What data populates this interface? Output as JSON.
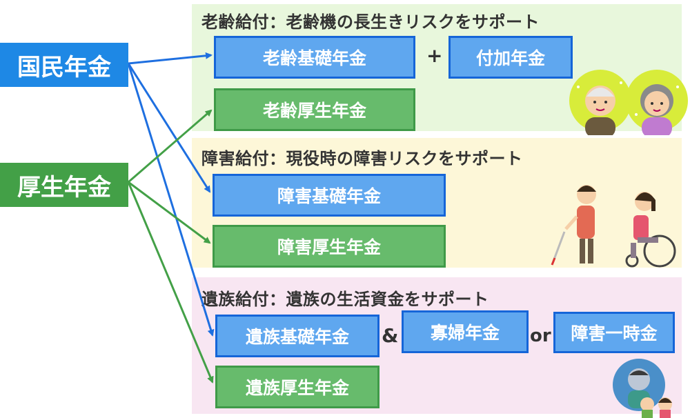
{
  "sources": {
    "national_pension": "国民年金",
    "employee_pension": "厚生年金"
  },
  "sections": {
    "old_age": {
      "title": "老齢給付：老齢機の長生きリスクをサポート",
      "basic": "老齢基礎年金",
      "plus": "+",
      "additional": "付加年金",
      "employee": "老齢厚生年金"
    },
    "disability": {
      "title": "障害給付：現役時の障害リスクをサポート",
      "basic": "障害基礎年金",
      "employee": "障害厚生年金"
    },
    "survivor": {
      "title": "遺族給付：遺族の生活資金をサポート",
      "basic": "遺族基礎年金",
      "amp": "&",
      "widow": "寡婦年金",
      "or": "or",
      "lump": "障害一時金",
      "employee": "遺族厚生年金"
    }
  },
  "colors": {
    "national_blue": "#1e88e5",
    "employee_green": "#43a047",
    "old_age_bg": "#e8f7dc",
    "disability_bg": "#fdf7d8",
    "survivor_bg": "#f8e6f2"
  }
}
